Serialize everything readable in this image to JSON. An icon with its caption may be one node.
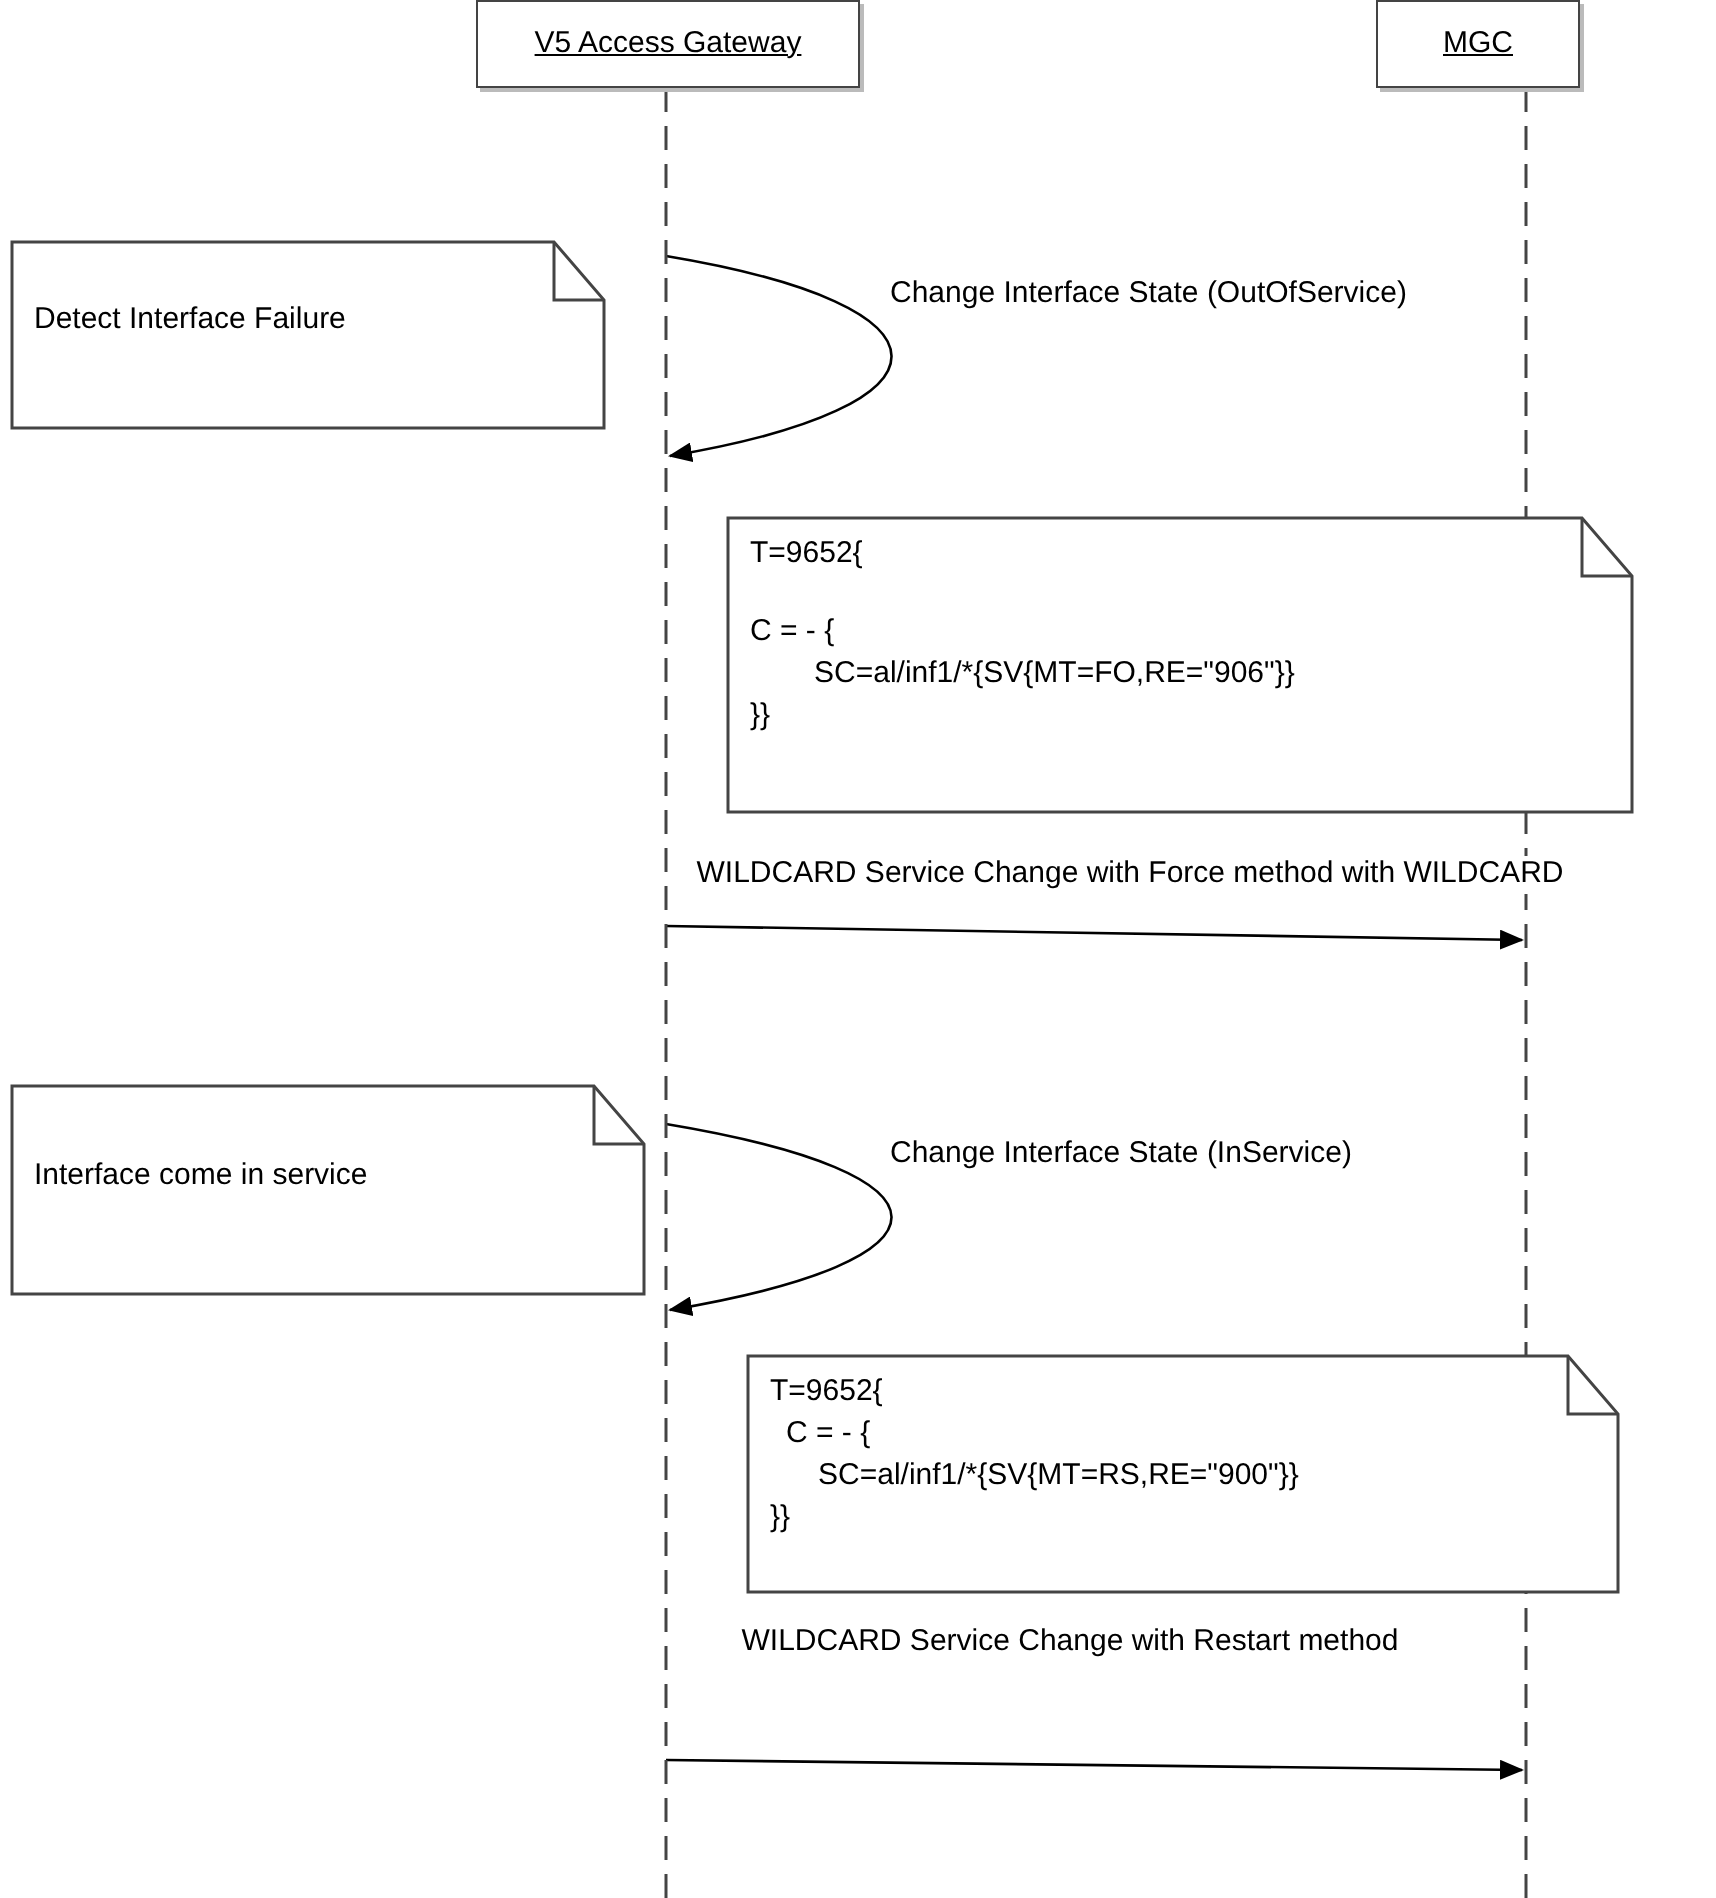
{
  "diagram": {
    "nodes": [
      {
        "text": [
          "V5 Access Gateway"
        ]
      },
      {
        "text": [
          "MGC"
        ]
      },
      {
        "text": [
          "Detect Interface Failure"
        ]
      },
      {
        "text": [
          "T=9652{",
          "C = - {",
          "SC=al/inf1/*{SV{MT=FO,RE=\"906\"}}",
          "}}"
        ]
      },
      {
        "text": [
          "Interface come in service"
        ]
      },
      {
        "text": [
          "T=9652{",
          "C = - {",
          "SC=al/inf1/*{SV{MT=RS,RE=\"900\"}}",
          "}}"
        ]
      }
    ],
    "edges": [
      {
        "from": 0,
        "to": 0,
        "arrow": "to",
        "label": "Change Interface State (OutOfService)"
      },
      {
        "from": 0,
        "to": 1,
        "arrow": "to",
        "label": "WILDCARD Service Change with Force method with WILDCARD"
      },
      {
        "from": 0,
        "to": 0,
        "arrow": "to",
        "label": "Change Interface State (InService)"
      },
      {
        "from": 0,
        "to": 1,
        "arrow": "to",
        "label": "WILDCARD Service Change with Restart method"
      }
    ]
  }
}
